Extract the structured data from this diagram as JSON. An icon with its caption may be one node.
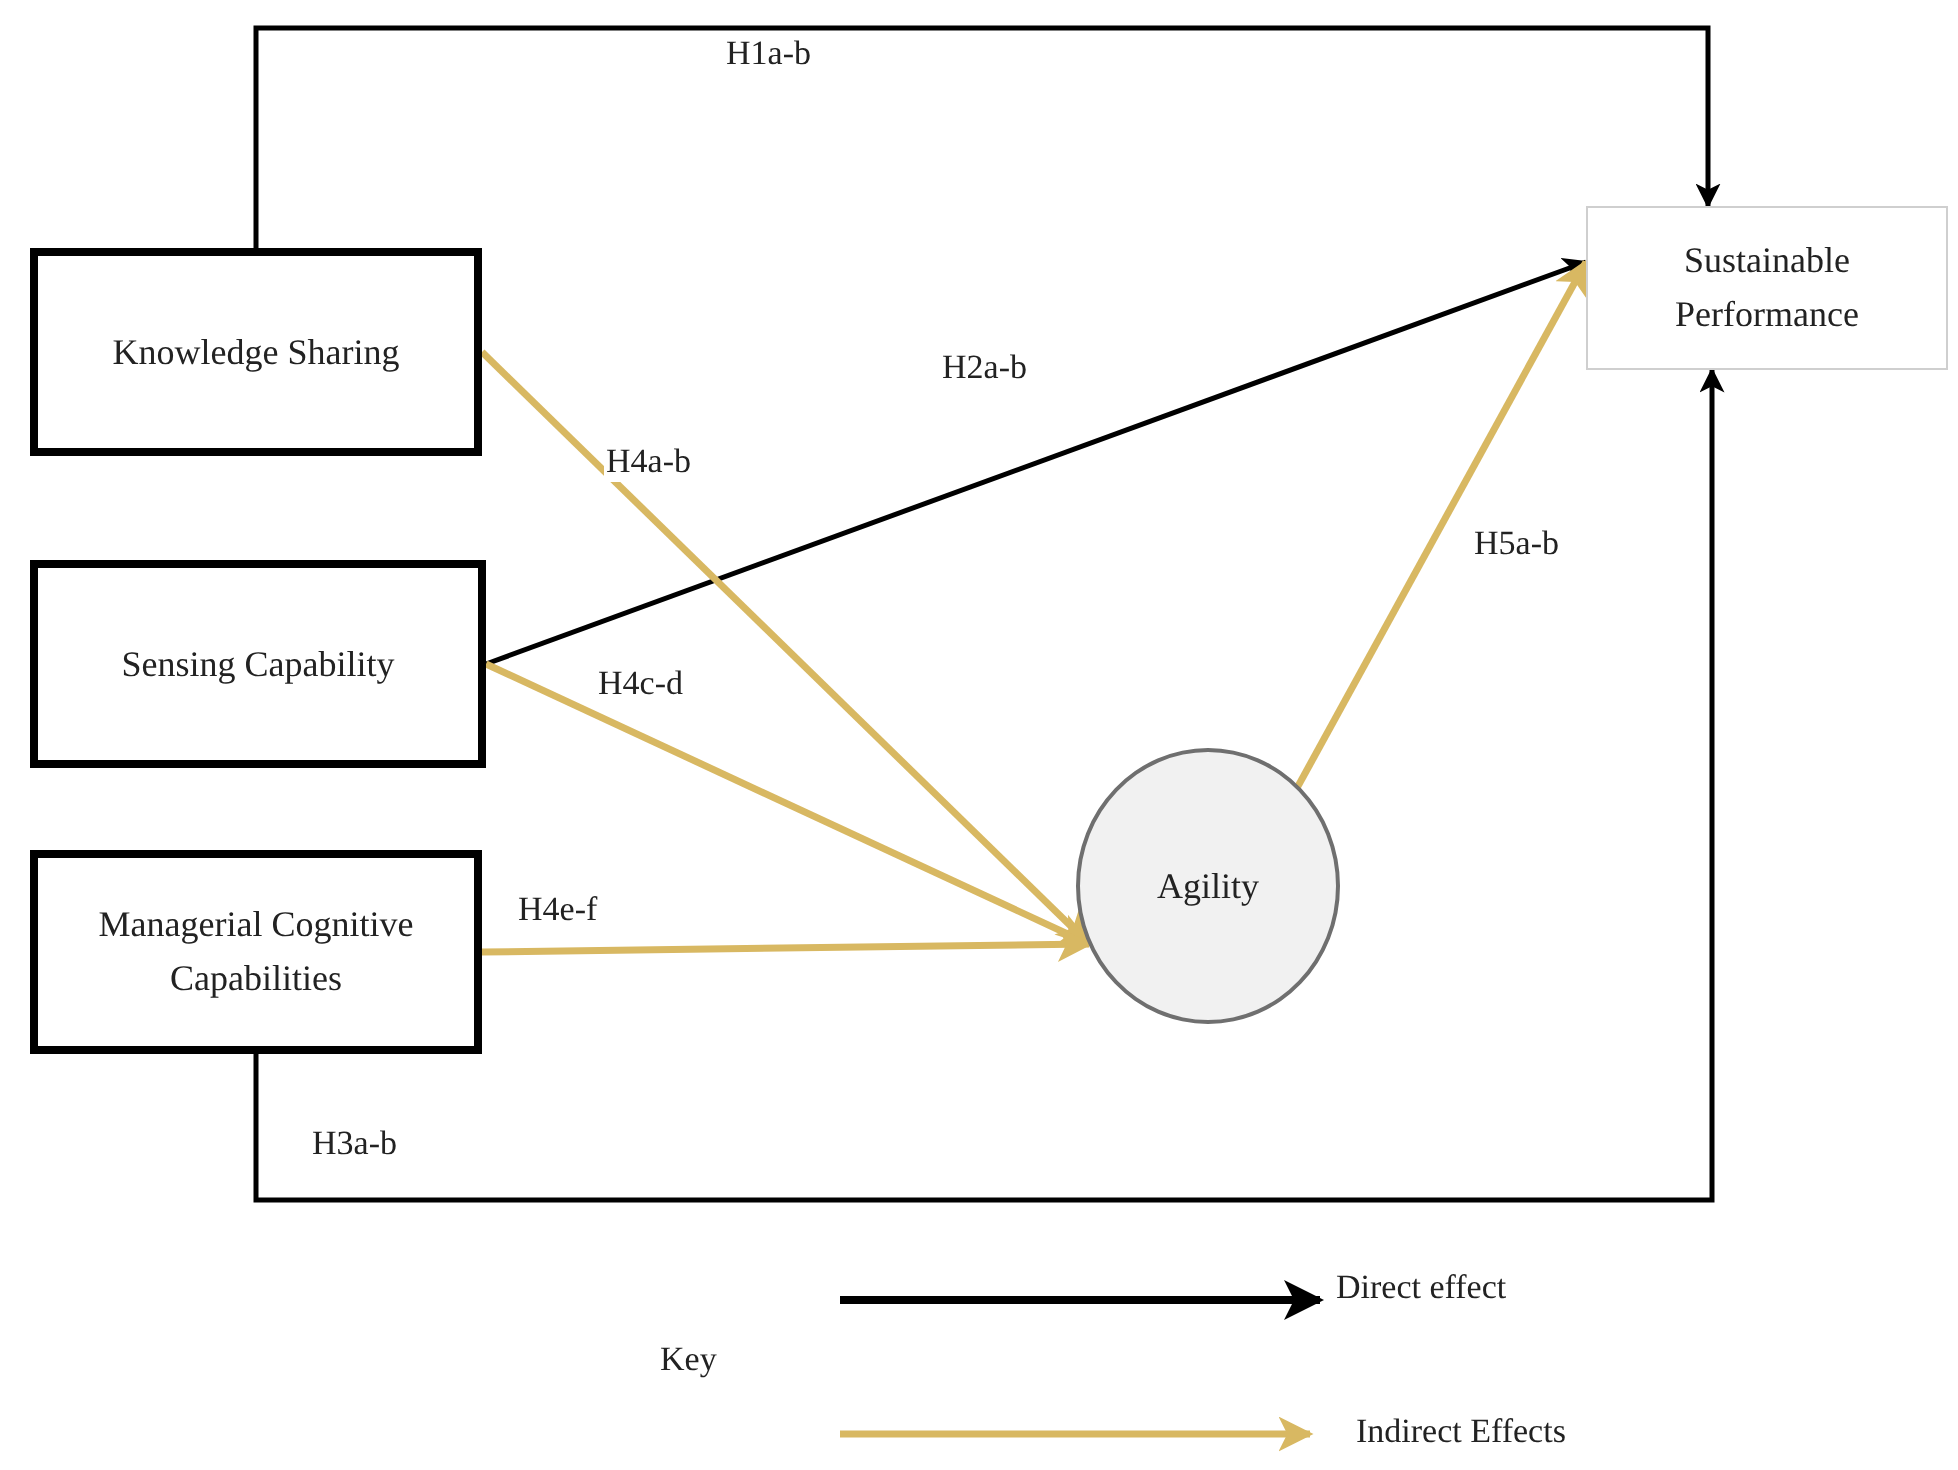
{
  "diagram": {
    "nodes": [
      {
        "text": [
          "Knowledge Sharing"
        ]
      },
      {
        "text": [
          "Sensing Capability"
        ]
      },
      {
        "text": [
          "Managerial Cognitive Capabilities"
        ]
      },
      {
        "text": [
          "Sustainable Performance"
        ]
      },
      {
        "text": [
          "Agility"
        ]
      }
    ],
    "edges": [
      {
        "from": 0,
        "to": 3,
        "arrow": "to",
        "label": "H1a-b",
        "color": "#000000"
      },
      {
        "from": 1,
        "to": 3,
        "arrow": "to",
        "label": "H2a-b",
        "color": "#000000"
      },
      {
        "from": 2,
        "to": 3,
        "arrow": "to",
        "label": "H3a-b",
        "color": "#000000"
      },
      {
        "from": 0,
        "to": 4,
        "arrow": "to",
        "label": "H4a-b"
      },
      {
        "from": 1,
        "to": 4,
        "arrow": "to",
        "label": "H4c-d"
      },
      {
        "from": 2,
        "to": 4,
        "arrow": "to",
        "label": "H4e-f"
      },
      {
        "from": 4,
        "to": 3,
        "arrow": "to",
        "label": "H5a-b"
      }
    ],
    "labels": [
      "Key"
    ],
    "legend": [
      {
        "text": "Direct effect"
      },
      {
        "text": "Indirect Effects"
      }
    ]
  }
}
